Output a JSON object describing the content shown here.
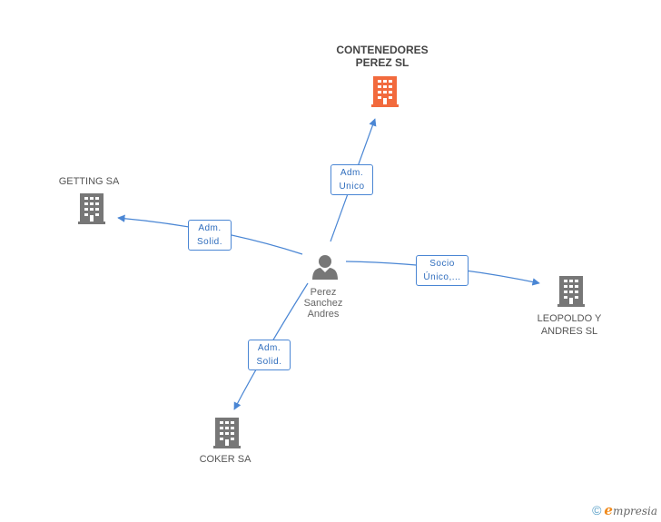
{
  "nodes": {
    "main": {
      "line1": "CONTENEDORES",
      "line2": "PEREZ SL",
      "color": "#f26a3d"
    },
    "getting": {
      "line1": "GETTING SA",
      "color": "#777777"
    },
    "leopoldo": {
      "line1": "LEOPOLDO Y",
      "line2": "ANDRES SL",
      "color": "#777777"
    },
    "coker": {
      "line1": "COKER SA",
      "color": "#777777"
    },
    "person": {
      "line1": "Perez",
      "line2": "Sanchez",
      "line3": "Andres",
      "color": "#777777"
    }
  },
  "edges": {
    "to_main": {
      "line1": "Adm.",
      "line2": "Unico"
    },
    "to_getting": {
      "line1": "Adm.",
      "line2": "Solid."
    },
    "to_leopoldo": {
      "line1": "Socio",
      "line2": "Único,..."
    },
    "to_coker": {
      "line1": "Adm.",
      "line2": "Solid."
    }
  },
  "colors": {
    "edge": "#4a86d4",
    "accent": "#f26a3d"
  },
  "footer": {
    "copyright": "©",
    "brand_initial": "e",
    "brand_rest": "mpresia"
  }
}
